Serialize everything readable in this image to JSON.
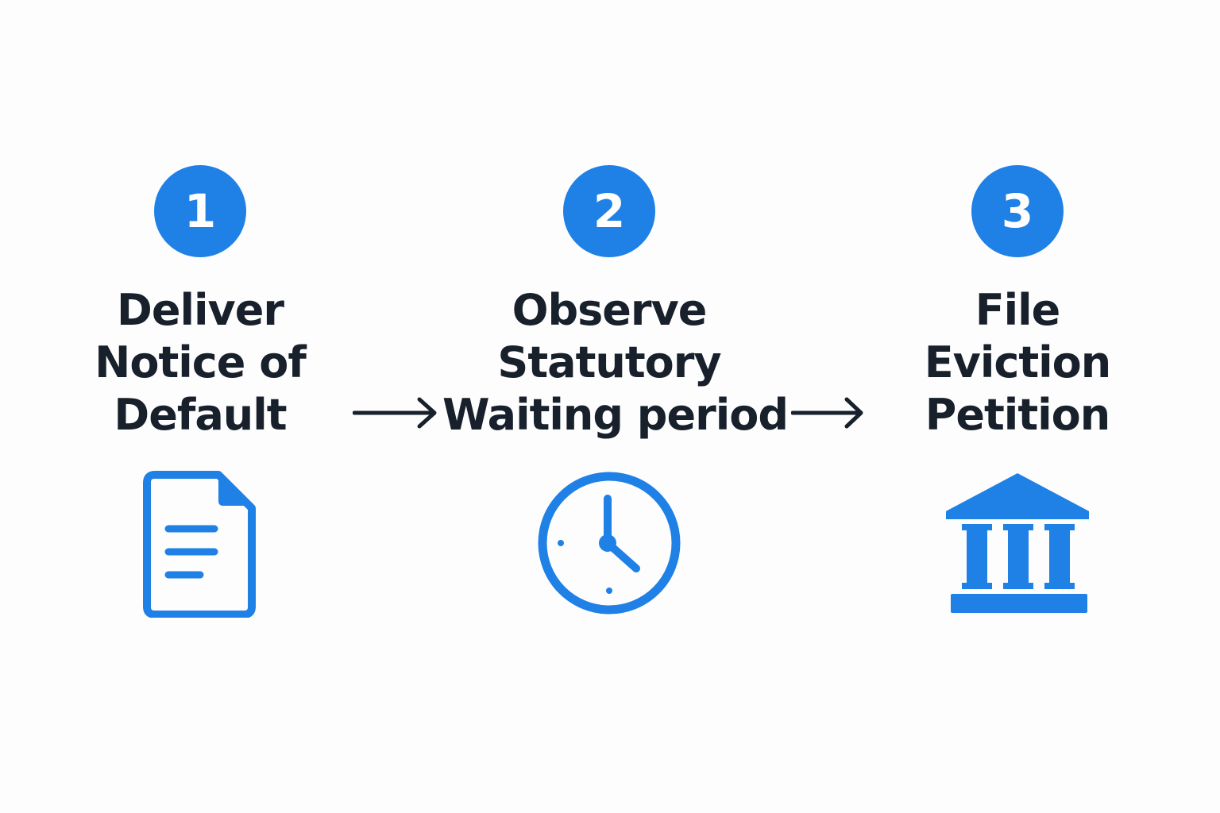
{
  "colors": {
    "accent": "#1f80e5",
    "text": "#17202b",
    "arrow": "#17202b",
    "background": "#fdfdfd"
  },
  "steps": [
    {
      "number": "1",
      "title_lines": [
        "Deliver",
        "Notice of",
        "Default"
      ],
      "icon": "document-icon"
    },
    {
      "number": "2",
      "title_lines": [
        "Observe",
        "Statutory",
        "Waiting period"
      ],
      "icon": "clock-icon"
    },
    {
      "number": "3",
      "title_lines": [
        "File",
        "Eviction",
        "Petition"
      ],
      "icon": "courthouse-icon"
    }
  ],
  "connectors": [
    "arrow-right-icon",
    "arrow-right-icon"
  ]
}
